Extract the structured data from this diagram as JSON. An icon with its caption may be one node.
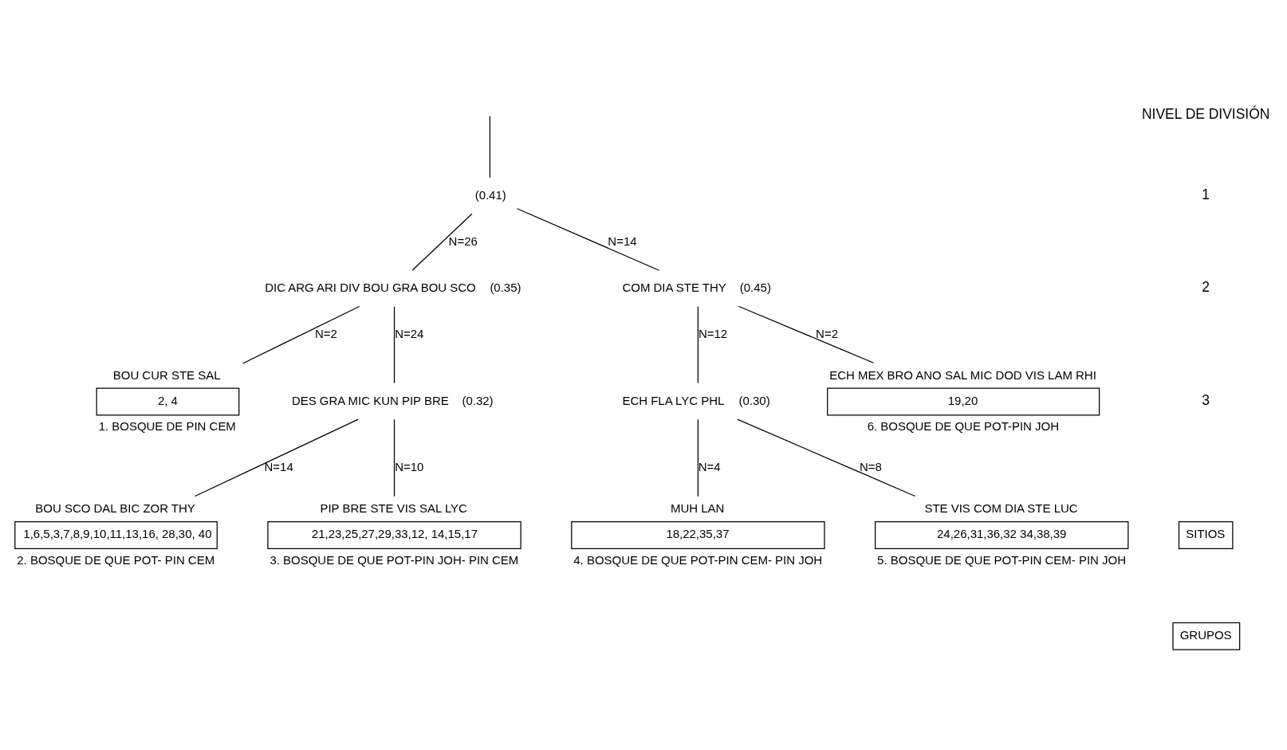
{
  "diagram": {
    "nodes": [
      {
        "text": [
          "(0.41)"
        ]
      },
      {
        "text": [
          "(0.35)"
        ],
        "beside": [
          "DIC ARG ARI DIV BOU GRA BOU SCO"
        ]
      },
      {
        "text": [
          "2, 4"
        ],
        "beside": [
          "BOU CUR STE SAL",
          "1. BOSQUE DE PIN CEM"
        ]
      },
      {
        "text": [
          "(0.32)"
        ],
        "beside": [
          "DES GRA MIC KUN PIP BRE"
        ]
      },
      {
        "text": [
          "1,6,5,3,7,8,9,10,11,13,16, 28,30, 40"
        ],
        "beside": [
          "BOU SCO DAL BIC ZOR THY",
          "2. BOSQUE DE QUE POT- PIN CEM"
        ]
      },
      {
        "text": [
          "21,23,25,27,29,33,12, 14,15,17"
        ],
        "beside": [
          "PIP BRE STE VIS SAL LYC",
          "3. BOSQUE DE QUE POT-PIN JOH- PIN CEM"
        ]
      },
      {
        "text": [
          "(0.45)"
        ],
        "beside": [
          "COM DIA STE THY"
        ]
      },
      {
        "text": [
          "(0.30)"
        ],
        "beside": [
          "ECH FLA LYC PHL"
        ]
      },
      {
        "text": [
          "18,22,35,37"
        ],
        "beside": [
          "MUH LAN",
          "4. BOSQUE DE QUE POT-PIN CEM- PIN JOH"
        ]
      },
      {
        "text": [
          "24,26,31,36,32 34,38,39"
        ],
        "beside": [
          "STE VIS COM DIA STE LUC",
          "5. BOSQUE DE QUE POT-PIN CEM- PIN JOH"
        ]
      },
      {
        "text": [
          "19,20"
        ],
        "beside": [
          "ECH MEX BRO ANO SAL MIC DOD VIS LAM RHI",
          "6. BOSQUE DE QUE POT-PIN JOH"
        ]
      },
      {
        "text": [
          "SITIOS"
        ]
      },
      {
        "text": [
          "GRUPOS"
        ]
      }
    ],
    "edges": [
      {
        "from": null,
        "to": 0,
        "arrow": "none"
      },
      {
        "from": 0,
        "to": 1,
        "arrow": "none",
        "label": "N=26"
      },
      {
        "from": 0,
        "to": 6,
        "arrow": "none",
        "label": "N=14"
      },
      {
        "from": 1,
        "to": 2,
        "arrow": "none",
        "label": "N=2"
      },
      {
        "from": 1,
        "to": 3,
        "arrow": "none",
        "label": "N=24"
      },
      {
        "from": 3,
        "to": 4,
        "arrow": "none",
        "label": "N=14"
      },
      {
        "from": 3,
        "to": 5,
        "arrow": "none",
        "label": "N=10"
      },
      {
        "from": 6,
        "to": 7,
        "arrow": "none",
        "label": "N=12"
      },
      {
        "from": 6,
        "to": 10,
        "arrow": "none",
        "label": "N=2"
      },
      {
        "from": 7,
        "to": 8,
        "arrow": "none",
        "label": "N=4"
      },
      {
        "from": 7,
        "to": 9,
        "arrow": "none",
        "label": "N=8"
      }
    ],
    "labels": [
      "NIVEL DE DIVISIÓN",
      "1",
      "2",
      "3"
    ]
  }
}
